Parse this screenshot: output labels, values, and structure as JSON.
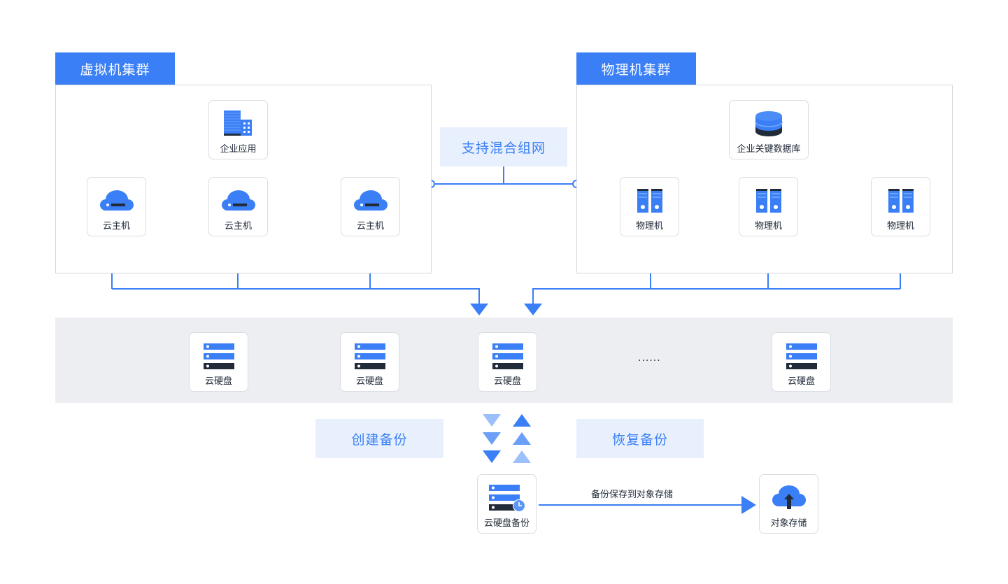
{
  "colors": {
    "accent": "#3a7ff6",
    "dark": "#222b3a",
    "tag_bg": "#e8f0fe",
    "band_bg": "#eceef2",
    "border": "#d9dde3"
  },
  "vm_cluster": {
    "title": "虚拟机集群",
    "app": {
      "label": "企业应用",
      "icon": "building-icon"
    },
    "hosts": [
      {
        "label": "云主机",
        "icon": "cloud-server-icon"
      },
      {
        "label": "云主机",
        "icon": "cloud-server-icon"
      },
      {
        "label": "云主机",
        "icon": "cloud-server-icon"
      }
    ]
  },
  "hybrid_network": {
    "label": "支持混合组网"
  },
  "physical_cluster": {
    "title": "物理机集群",
    "app": {
      "label": "企业关键数据库",
      "icon": "database-icon"
    },
    "hosts": [
      {
        "label": "物理机",
        "icon": "physical-server-icon"
      },
      {
        "label": "物理机",
        "icon": "physical-server-icon"
      },
      {
        "label": "物理机",
        "icon": "physical-server-icon"
      }
    ]
  },
  "disks": {
    "items": [
      {
        "label": "云硬盘",
        "icon": "disk-icon"
      },
      {
        "label": "云硬盘",
        "icon": "disk-icon"
      },
      {
        "label": "云硬盘",
        "icon": "disk-icon"
      },
      {
        "label": "云硬盘",
        "icon": "disk-icon"
      }
    ],
    "ellipsis": "······"
  },
  "backup": {
    "create_label": "创建备份",
    "restore_label": "恢复备份",
    "snapshot": {
      "label": "云硬盘备份",
      "icon": "disk-backup-icon"
    },
    "flow_label": "备份保存到对象存储",
    "object_storage": {
      "label": "对象存储",
      "icon": "cloud-upload-icon"
    }
  }
}
